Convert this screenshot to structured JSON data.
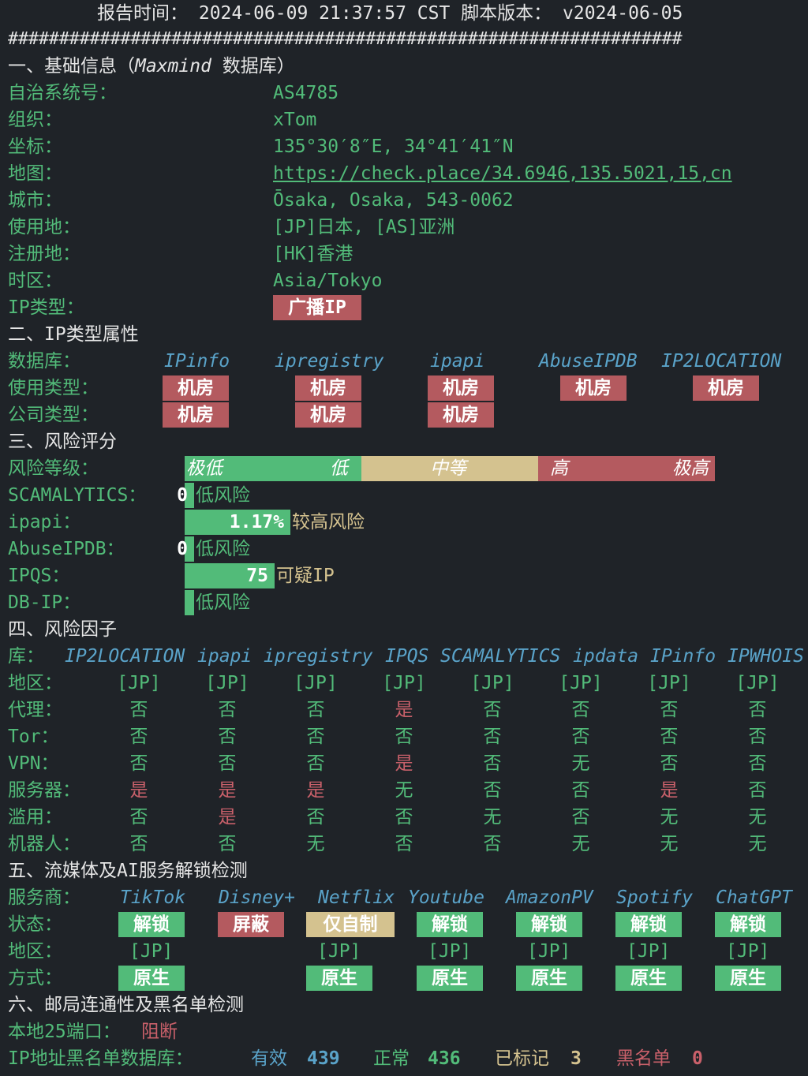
{
  "header": {
    "report_time": "报告时间： 2024-06-09 21:37:57 CST  脚本版本： v2024-06-05",
    "divider": "##################################################################"
  },
  "basic": {
    "title": "一、基础信息（",
    "title_db": "Maxmind",
    "title_end": " 数据库）",
    "rows": [
      {
        "label": "自治系统号：",
        "value": "AS4785"
      },
      {
        "label": "组织：",
        "value": "xTom"
      },
      {
        "label": "坐标：",
        "value": "135°30′8″E, 34°41′41″N"
      },
      {
        "label": "地图：",
        "value": "https://check.place/34.6946,135.5021,15,cn"
      },
      {
        "label": "城市：",
        "value": "Ōsaka, Osaka, 543-0062"
      },
      {
        "label": "使用地：",
        "value": "[JP]日本, [AS]亚洲"
      },
      {
        "label": "注册地：",
        "value": "[HK]香港"
      },
      {
        "label": "时区：",
        "value": "Asia/Tokyo"
      },
      {
        "label": "IP类型：",
        "value": "广播IP"
      }
    ]
  },
  "iptype": {
    "title": "二、IP类型属性",
    "db_label": "数据库：",
    "dbs": [
      "IPinfo",
      "ipregistry",
      "ipapi",
      "AbuseIPDB",
      "IP2LOCATION"
    ],
    "usage_label": "使用类型：",
    "usage": [
      "机房",
      "机房",
      "机房",
      "机房",
      "机房"
    ],
    "company_label": "公司类型：",
    "company": [
      "机房",
      "机房",
      "机房"
    ]
  },
  "risk": {
    "title": "三、风险评分",
    "level_label": "风险等级：",
    "scale": [
      "极低",
      "低",
      "中等",
      "高",
      "极高"
    ],
    "rows": [
      {
        "label": "SCAMALYTICS：",
        "score": "0",
        "fraction": 0,
        "verdict": "低风险"
      },
      {
        "label": "ipapi：",
        "score": "1.17%",
        "fraction": 0.2,
        "verdict": "较高风险"
      },
      {
        "label": "AbuseIPDB：",
        "score": "0",
        "fraction": 0,
        "verdict": "低风险"
      },
      {
        "label": "IPQS：",
        "score": "75",
        "fraction": 0.17,
        "verdict": "可疑IP"
      },
      {
        "label": "DB-IP：",
        "score": "",
        "fraction": 0,
        "verdict": "低风险"
      }
    ]
  },
  "factors": {
    "title": "四、风险因子",
    "db_label": "库：",
    "dbs": [
      "IP2LOCATION",
      "ipapi",
      "ipregistry",
      "IPQS",
      "SCAMALYTICS",
      "ipdata",
      "IPinfo",
      "IPWHOIS"
    ],
    "rows": [
      {
        "label": "地区：",
        "values": [
          "[JP]",
          "[JP]",
          "[JP]",
          "[JP]",
          "[JP]",
          "[JP]",
          "[JP]",
          "[JP]"
        ]
      },
      {
        "label": "代理：",
        "values": [
          "否",
          "否",
          "否",
          "是",
          "否",
          "否",
          "否",
          "否"
        ]
      },
      {
        "label": "Tor：",
        "values": [
          "否",
          "否",
          "否",
          "否",
          "否",
          "否",
          "否",
          "否"
        ]
      },
      {
        "label": "VPN：",
        "values": [
          "否",
          "否",
          "否",
          "是",
          "否",
          "无",
          "否",
          "否"
        ]
      },
      {
        "label": "服务器：",
        "values": [
          "是",
          "是",
          "是",
          "无",
          "否",
          "否",
          "是",
          "否"
        ]
      },
      {
        "label": "滥用：",
        "values": [
          "否",
          "是",
          "否",
          "否",
          "无",
          "否",
          "无",
          "无"
        ]
      },
      {
        "label": "机器人：",
        "values": [
          "否",
          "否",
          "无",
          "否",
          "否",
          "无",
          "无",
          "无"
        ]
      }
    ]
  },
  "stream": {
    "title": "五、流媒体及AI服务解锁检测",
    "provider_label": "服务商：",
    "providers": [
      "TikTok",
      "Disney+",
      "Netflix",
      "Youtube",
      "AmazonPV",
      "Spotify",
      "ChatGPT"
    ],
    "status_label": "状态：",
    "status": [
      "解锁",
      "屏蔽",
      "仅自制",
      "解锁",
      "解锁",
      "解锁",
      "解锁"
    ],
    "region_label": "地区：",
    "region": [
      "[JP]",
      "",
      "[JP]",
      "[JP]",
      "[JP]",
      "[JP]",
      "[JP]"
    ],
    "method_label": "方式：",
    "method": [
      "原生",
      "",
      "原生",
      "原生",
      "原生",
      "原生",
      "原生"
    ]
  },
  "mail": {
    "title": "六、邮局连通性及黑名单检测",
    "port_label": "本地25端口：",
    "port_value": "阻断",
    "bl_label": "IP地址黑名单数据库：",
    "valid_label": "有效",
    "valid": "439",
    "normal_label": "正常",
    "normal": "436",
    "marked_label": "已标记",
    "marked": "3",
    "black_label": "黑名单",
    "black": "0"
  },
  "colors": {
    "background": "#1f2328",
    "green": "#52bb79",
    "red": "#b45a5f",
    "yellow": "#d4c28f",
    "blue": "#5aa3c9"
  }
}
